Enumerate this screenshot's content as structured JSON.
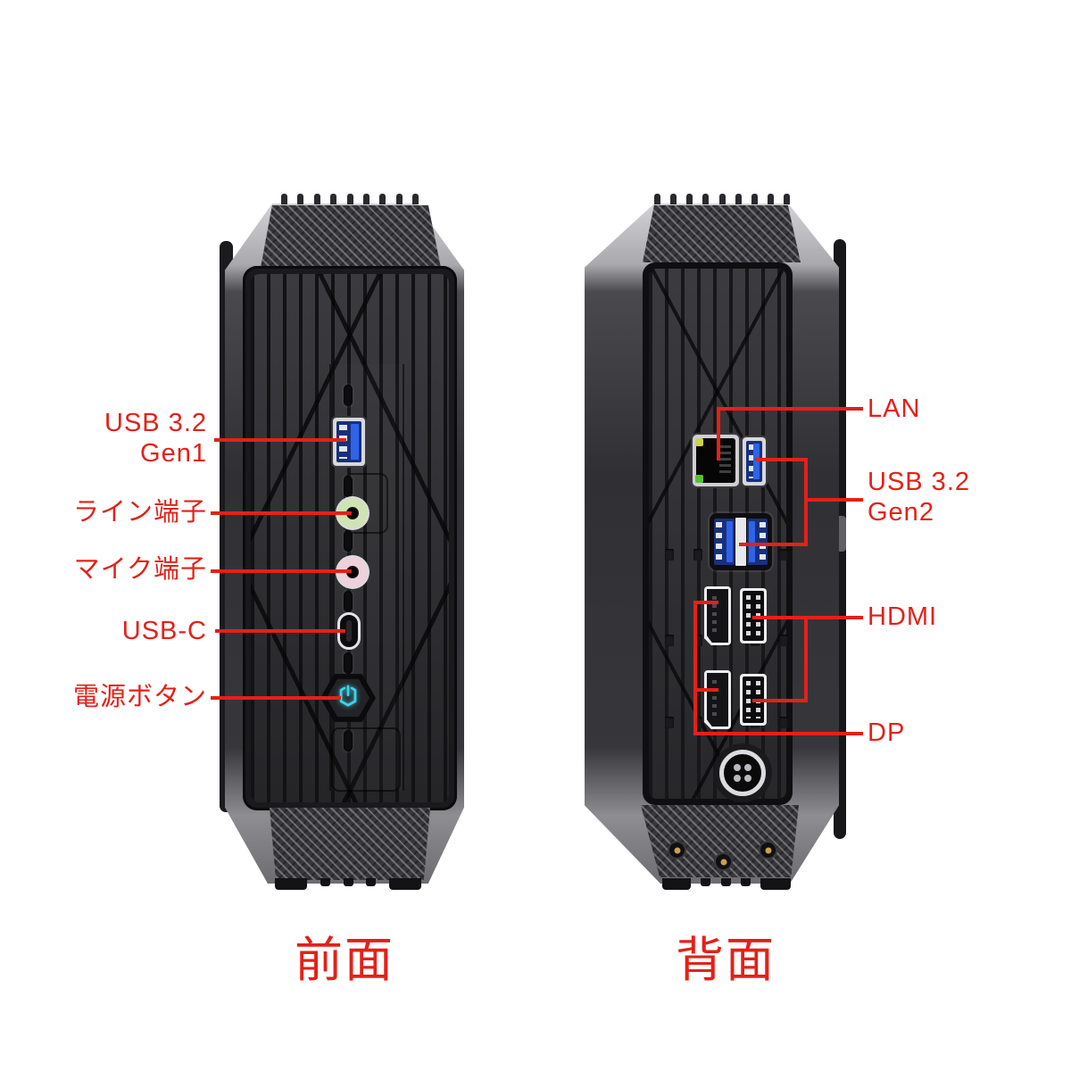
{
  "colors": {
    "accent_red": "#e32119",
    "power_icon_cyan": "#3fd2e8",
    "usb_port_blue": "#2f63e8"
  },
  "front": {
    "caption": "前面",
    "labels": {
      "usb": {
        "line1": "USB 3.2",
        "line2": "Gen1"
      },
      "line_jack": "ライン端子",
      "mic_jack": "マイク端子",
      "usb_c": "USB-C",
      "power": "電源ボタン"
    },
    "ports": [
      "usb-3.2-gen1-type-a-port",
      "line-out-jack",
      "mic-in-jack",
      "usb-c-port",
      "power-button"
    ]
  },
  "rear": {
    "caption": "背面",
    "labels": {
      "lan": "LAN",
      "usb": {
        "line1": "USB 3.2",
        "line2": "Gen2"
      },
      "hdmi": "HDMI",
      "dp": "DP"
    },
    "ports": [
      "lan-port",
      "usb-3.2-gen2-type-a-port-top",
      "usb-3.2-gen2-type-a-dual-ports",
      "displayport-output-1",
      "hdmi-output-1",
      "displayport-output-2",
      "hdmi-output-2",
      "dc-power-connector",
      "antenna-mount-holes"
    ]
  }
}
